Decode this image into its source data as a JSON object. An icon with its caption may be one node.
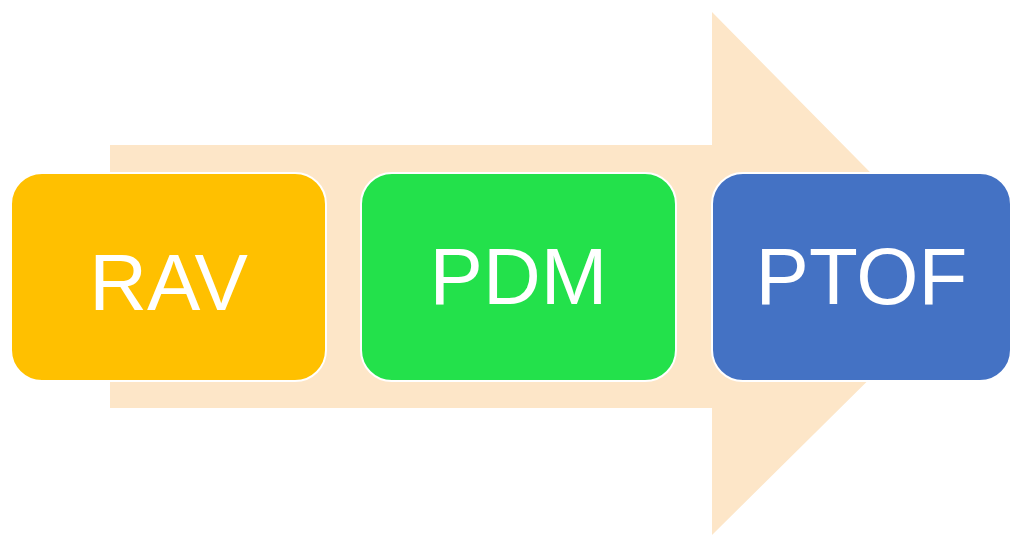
{
  "diagram": {
    "nodes": [
      {
        "text": [
          "RAV"
        ]
      },
      {
        "text": [
          "PDM"
        ]
      },
      {
        "text": [
          "PTOF"
        ]
      }
    ],
    "edges": [
      {
        "from": 0,
        "to": 2,
        "arrow": "to"
      }
    ]
  }
}
